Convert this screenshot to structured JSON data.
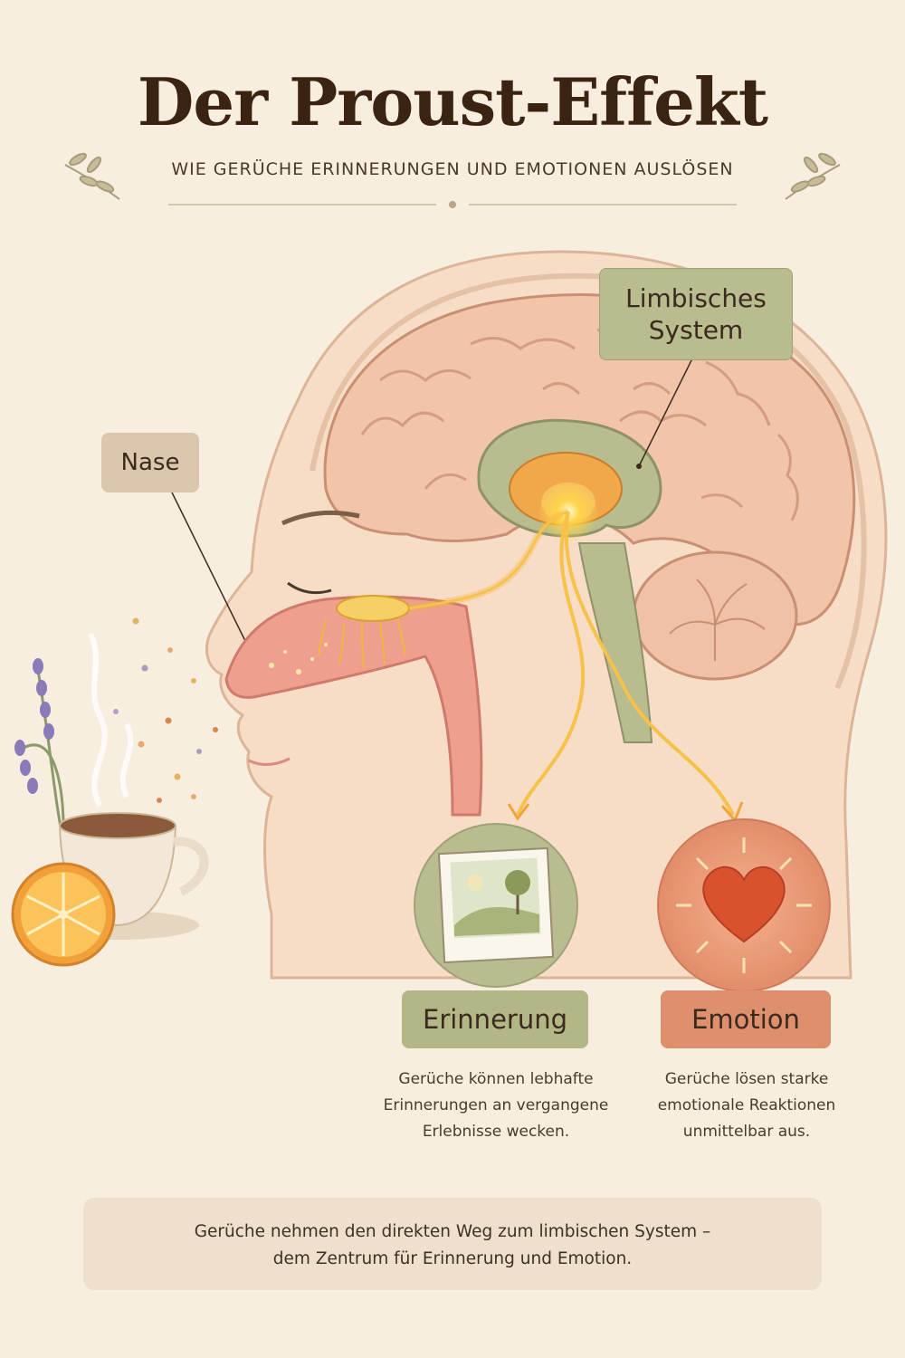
{
  "header": {
    "title": "Der Proust-Effekt",
    "subtitle": "WIE GERÜCHE ERINNERUNGEN UND EMOTIONEN AUSLÖSEN"
  },
  "labels": {
    "nose": "Nase",
    "limbic_line1": "Limbisches",
    "limbic_line2": "System"
  },
  "outcomes": {
    "memory": {
      "label": "Erinnerung",
      "desc_line1": "Gerüche können lebhafte",
      "desc_line2": "Erinnerungen an vergangene",
      "desc_line3": "Erlebnisse wecken."
    },
    "emotion": {
      "label": "Emotion",
      "desc_line1": "Gerüche lösen starke",
      "desc_line2": "emotionale Reaktionen",
      "desc_line3": "unmittelbar aus."
    }
  },
  "footer": {
    "line1": "Gerüche nehmen den direkten Weg zum limbischen System –",
    "line2": "dem Zentrum für Erinnerung und Emotion."
  },
  "colors": {
    "background": "#f8eedf",
    "title": "#3b2312",
    "limbic_label": "#b8bc8e",
    "memory_label": "#b3b786",
    "emotion_label": "#dd8f6e",
    "pathway": "#f2b73a",
    "brain": "#f2c4aa"
  },
  "icons": [
    "leaf-sprig-icon",
    "photo-landscape-icon",
    "heart-glow-icon",
    "lavender-icon",
    "coffee-cup-icon",
    "orange-slice-icon"
  ]
}
